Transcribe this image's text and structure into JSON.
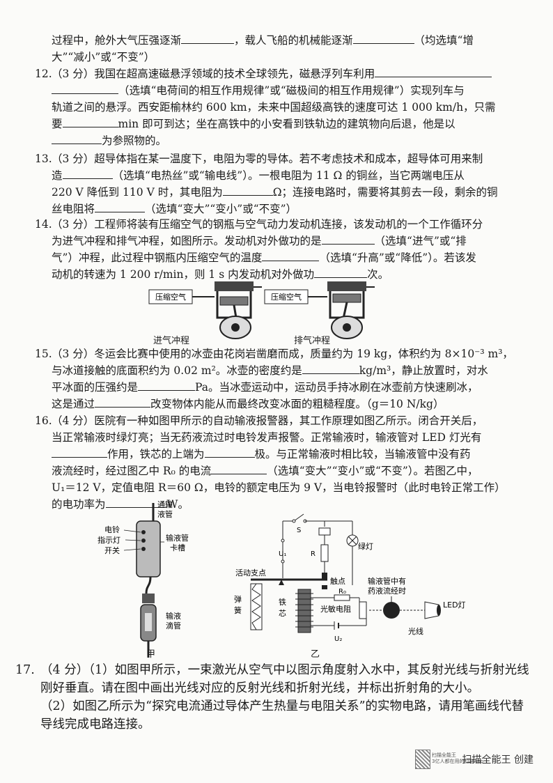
{
  "q11_tail": {
    "l1a": "过程中，舱外大气压强逐渐",
    "l1b": "，载人飞船的机械能逐渐",
    "l1c": "（均选填“增",
    "l2": "大”“减小”或“不变”）"
  },
  "q12": {
    "num": "12.",
    "l1": "（3 分）我国在超高速磁悬浮领域的技术全球领先，磁悬浮列车利用",
    "l2": "（选填“电荷间的相互作用规律”或“磁极间的相互作用规律”）实现列车与",
    "l3": "轨道之间的悬浮。西安距榆林约 600 km，未来中国超级高铁的速度可达 1 000 km/h，只需",
    "l4a": "要",
    "l4b": "min 即可到达；坐在高铁中的小安看到铁轨边的建筑物向后退，他是以",
    "l5": "为参照物的。"
  },
  "q13": {
    "num": "13.",
    "l1": "（3 分）超导体指在某一温度下，电阻为零的导体。若不考虑技术和成本，超导体可用来制",
    "l2a": "造",
    "l2b": "（选填“电热丝”或“输电线”）。一根电阻为 11 Ω 的铜丝，当它两端电压从",
    "l3a": "220 V 降低到 110 V 时，其电阻为",
    "l3b": "Ω；连接电路时，需要将其剪去一段，剩余的铜",
    "l4a": "丝电阻将",
    "l4b": "（选填“变大”“变小”或“不变”）"
  },
  "q14": {
    "num": "14.",
    "l1": "（3 分）工程师将装有压缩空气的钢瓶与空气动力发动机连接，该发动机的一个工作循环分",
    "l2": "为进气冲程和排气冲程，如图所示。发动机对外做功的是",
    "l2b": "（选填“进气”或“排",
    "l3a": "气”）冲程，此过程中钢瓶内压缩空气的温度",
    "l3b": "（选填“升高”或“降低”）。若该发",
    "l4a": "动机的转速为 1 200 r/min，则 1 s 内发动机对外做功",
    "l4b": "次。",
    "fig_label_left": "压缩空气",
    "fig_label_right": "压缩空气",
    "caption_left": "进气冲程",
    "caption_right": "排气冲程"
  },
  "q15": {
    "num": "15.",
    "l1": "（3 分）冬运会比赛中使用的冰壶由花岗岩凿磨而成，质量约为 19 kg，体积约为 8×10⁻³ m³，",
    "l2": "与冰道接触的底面积约为 0.02 m²。冰壶的密度约是",
    "l2b": "kg/m³，静止放置时，对水",
    "l3a": "平冰面的压强约是",
    "l3b": "Pa。当冰壶运动中，运动员手持冰刷在冰壶前方快速刷冰，",
    "l4a": "这是通过",
    "l4b": "改变物体内能从而最终改变冰面的粗糙程度。（g＝10 N/kg）"
  },
  "q16": {
    "num": "16.",
    "l1": "（4 分）医院有一种如图甲所示的自动输液报警器，其工作原理如图乙所示。闭合开关后，",
    "l2": "当正常输液时绿灯亮；当无药液流过时电铃发声报警。正常输液时，输液管对 LED 灯光有",
    "l3a": "作用，铁芯的上端为",
    "l3b": "极。与正常输液时相比较，当输液管中没有药",
    "l4a": "液流经时，经过图乙中 R₀ 的电流",
    "l4b": "（选填“变大”“变小”或“不变”）。若图乙中，",
    "l5": "U₁＝12 V，定值电阻 R＝60 Ω，电铃的额定电压为 9 V，当电铃报警时（此时电铃正常工作）",
    "l6a": "的电功率为",
    "l6b": "W。",
    "figA": {
      "tube_label1": "通输",
      "tube_label2": "液管",
      "bell": "电铃",
      "indicator": "指示灯",
      "switch": "开关",
      "slot1": "输液管",
      "slot2": "卡槽",
      "drip1": "输液",
      "drip2": "滴管",
      "caption": "甲"
    },
    "figB": {
      "S": "S",
      "U1": "U₁",
      "R": "R",
      "green_lamp": "绿灯",
      "pivot": "活动支点",
      "contact": "触点",
      "spring1": "弹",
      "spring2": "簧",
      "core1": "铁",
      "core2": "芯",
      "R0": "R₀",
      "photo": "光敏电阻",
      "U2": "U₂",
      "tube_note1": "输液管中有",
      "tube_note2": "药液流经时",
      "led": "LED灯",
      "light": "光线",
      "caption": "乙"
    }
  },
  "q17": {
    "num": "17.",
    "l1": "（4 分）（1）如图甲所示，一束激光从空气中以图示角度射入水中，其反射光线与折射光线",
    "l2": "刚好垂直。请在图中画出光线对应的反射光线和折射光线，并标出折射角的大小。",
    "l3": "（2）如图乙所示为“探究电流通过导体产生热量与电阻关系”的实物电路，请用笔画线代替",
    "l4": "导线完成电路连接。"
  },
  "watermark": {
    "text": "扫描全能王 创建",
    "qr_text1": "扫描全能王",
    "qr_text2": "3亿人都在用的扫描App"
  }
}
